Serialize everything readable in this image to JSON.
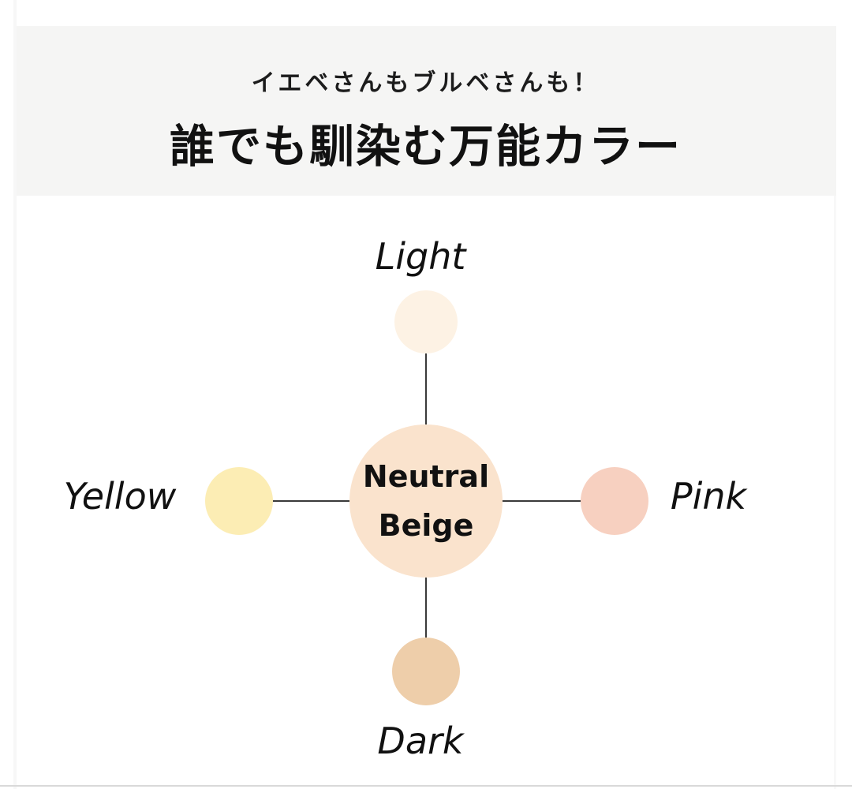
{
  "header": {
    "subtitle": "イエベさんもブルベさんも！",
    "title": "誰でも馴染む万能カラー",
    "background": "#f5f5f4"
  },
  "diagram": {
    "center": {
      "line1": "Neutral",
      "line2": "Beige",
      "color": "#fae3cd"
    },
    "nodes": {
      "light": {
        "label": "Light",
        "color": "#fdf2e4"
      },
      "yellow": {
        "label": "Yellow",
        "color": "#fcedb4"
      },
      "pink": {
        "label": "Pink",
        "color": "#f7d0c0"
      },
      "dark": {
        "label": "Dark",
        "color": "#eeceaa"
      }
    },
    "connector_color": "#3a3a3a"
  }
}
